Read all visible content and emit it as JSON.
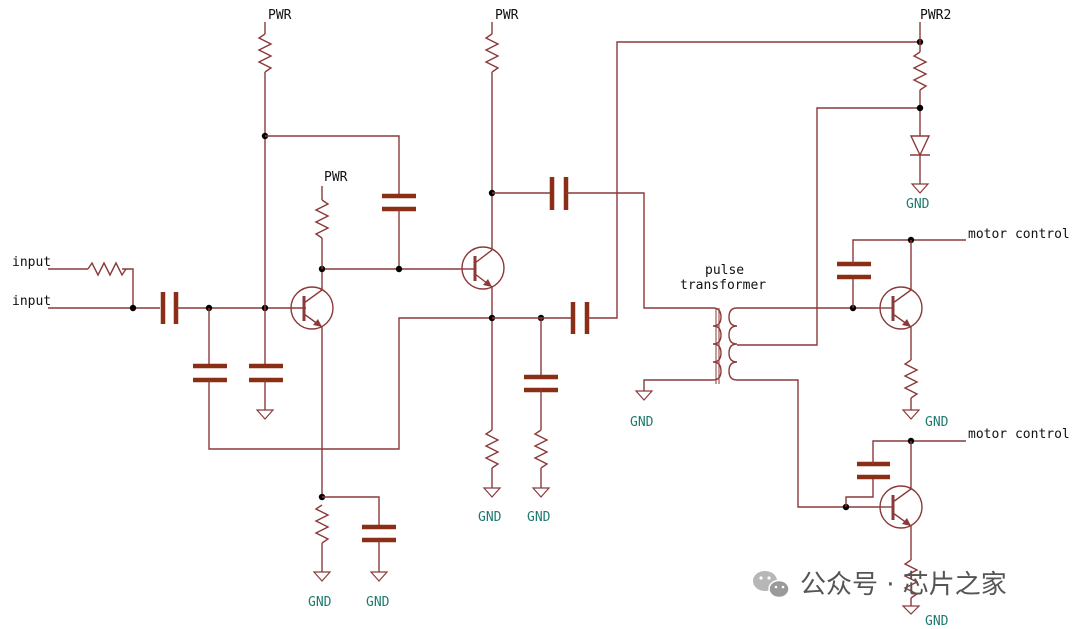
{
  "labels": {
    "input1": "input",
    "input2": "input",
    "pwr1": "PWR",
    "pwr2": "PWR",
    "pwr3": "PWR",
    "pwr_r": "PWR2",
    "gnd_q1_a": "GND",
    "gnd_q1_b": "GND",
    "gnd_q2_a": "GND",
    "gnd_q2_b": "GND",
    "gnd_xfmr": "GND",
    "gnd_diode": "GND",
    "gnd_q3": "GND",
    "gnd_q4": "GND",
    "pulse_line1": "pulse",
    "pulse_line2": "transformer",
    "motor1": "motor control",
    "motor2": "motor control"
  },
  "watermark": {
    "text": "公众号 · 芯片之家",
    "icon": "wechat-icon"
  },
  "colors": {
    "wire": "#8b3a3a",
    "capacitor": "#8b2e16",
    "gnd_text": "#1e7a6f",
    "junction": "#000000"
  }
}
